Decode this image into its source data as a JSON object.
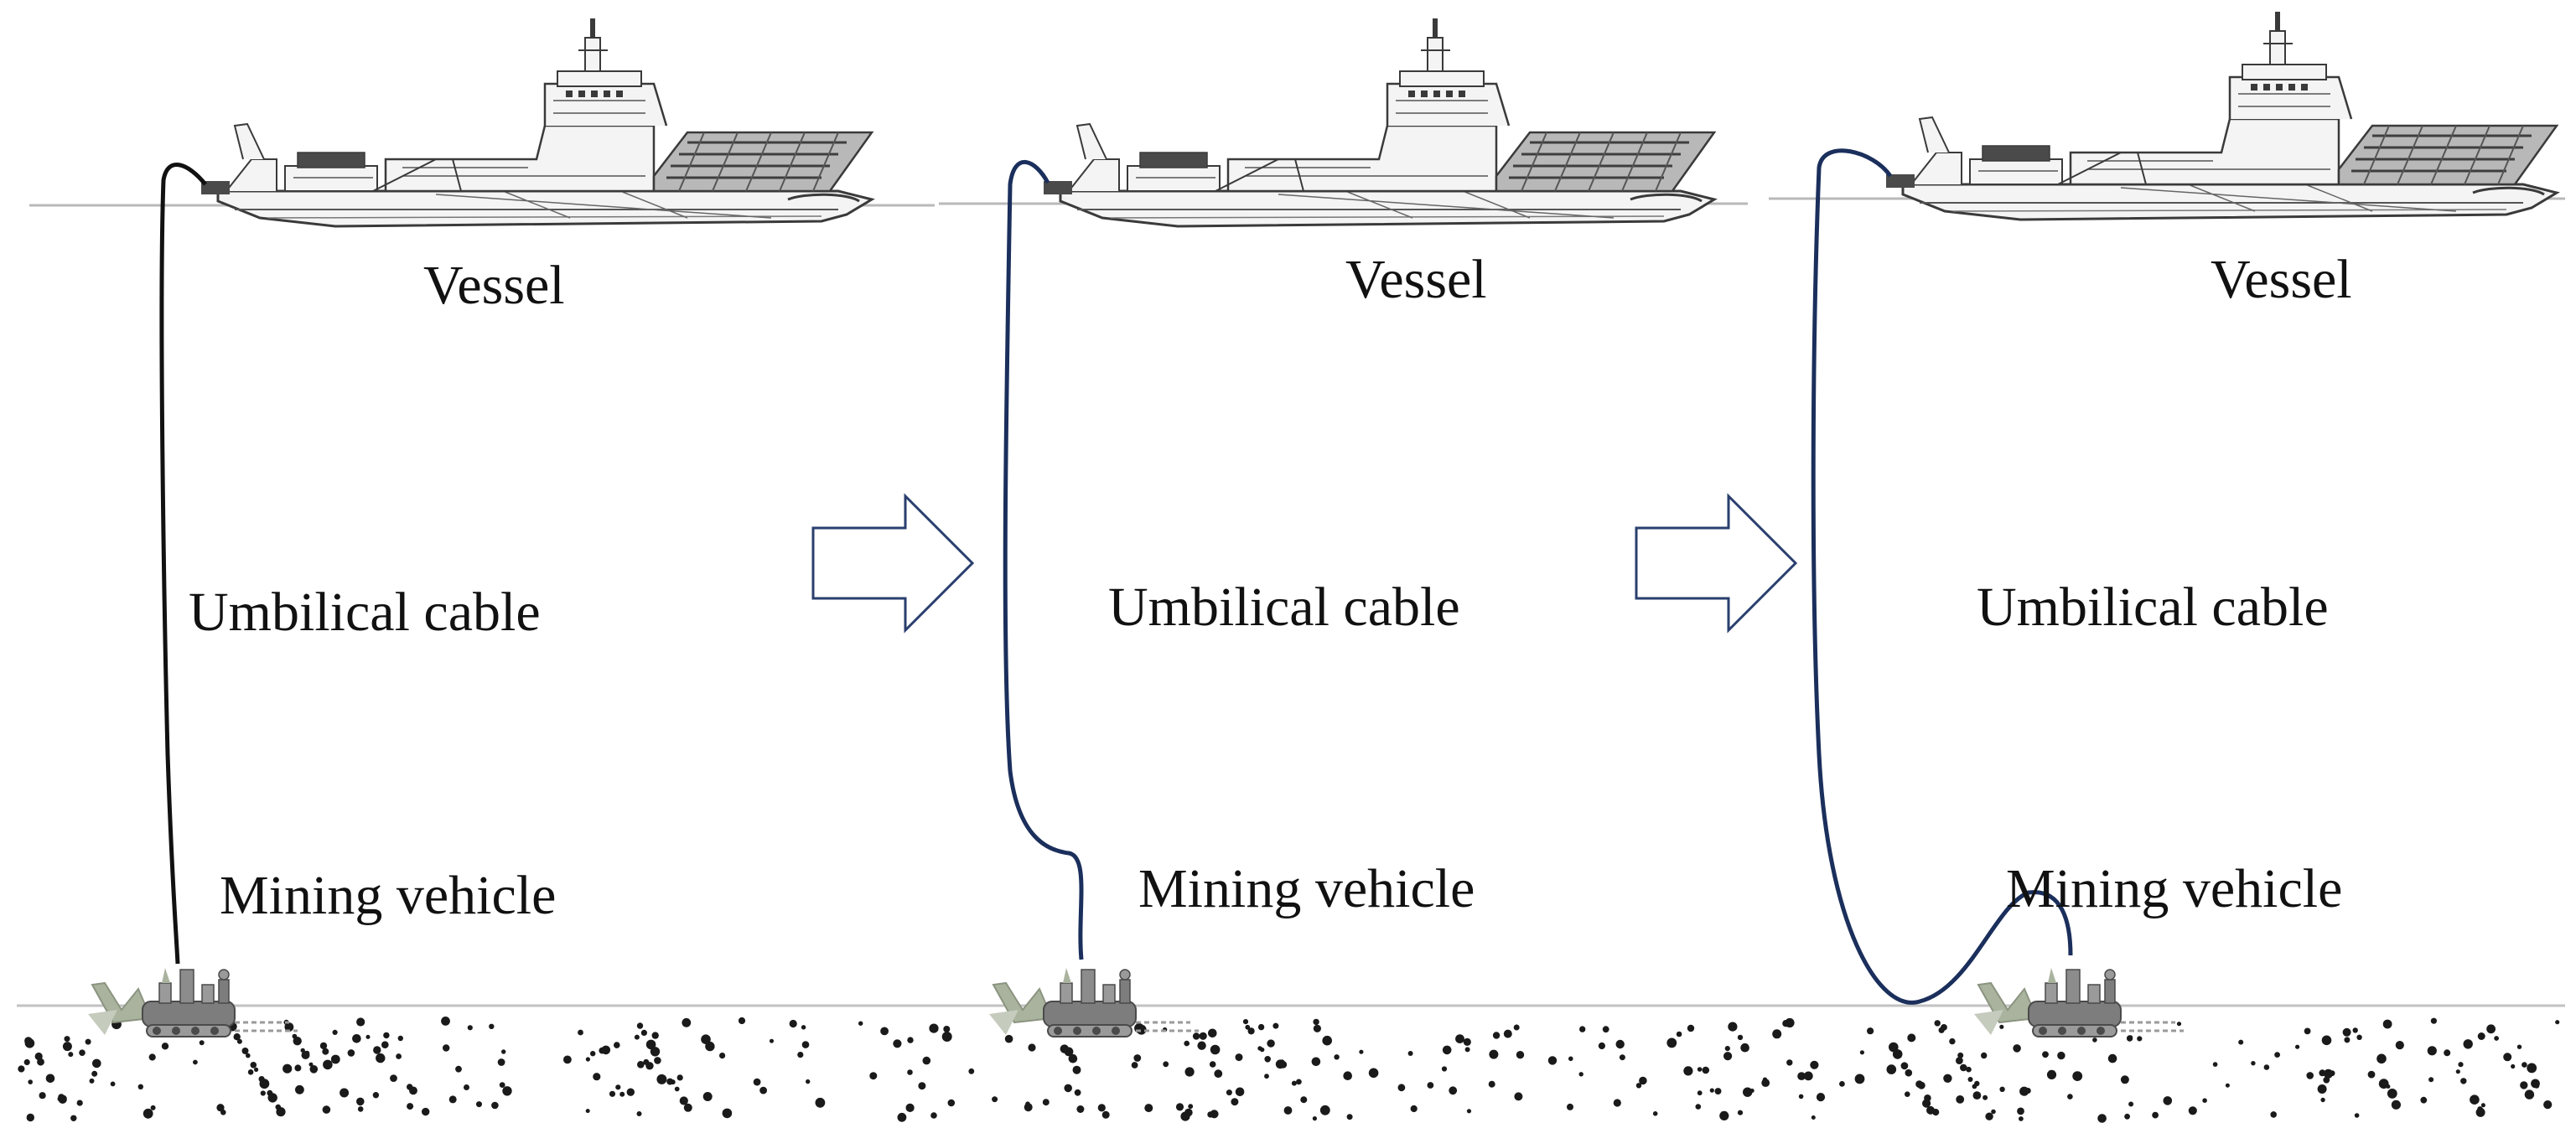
{
  "colors": {
    "background": "#ffffff",
    "waterline": "#b9b9b9",
    "seabed_line": "#c2c2c2",
    "nodule": "#1a1a1a",
    "ship_stroke": "#3a3a3a",
    "ship_fill": "#f4f4f4",
    "ship_dark": "#4a4a4a",
    "cable_black": "#111111",
    "cable_blue": "#1b2f5c",
    "arrow_stroke": "#2a3f6e",
    "vehicle_gray": "#7d7d7d",
    "vehicle_light": "#a9b39e"
  },
  "icons": {
    "vessel": "ship-icon",
    "vehicle": "mining-vehicle-icon",
    "transition": "hollow-right-arrow-icon"
  },
  "panels": [
    {
      "vessel_label": "Vessel",
      "cable_label": "Umbilical cable",
      "vehicle_label": "Mining vehicle",
      "cable_color": "black"
    },
    {
      "vessel_label": "Vessel",
      "cable_label": "Umbilical cable",
      "vehicle_label": "Mining vehicle",
      "cable_color": "blue"
    },
    {
      "vessel_label": "Vessel",
      "cable_label": "Umbilical cable",
      "vehicle_label": "Mining vehicle",
      "cable_color": "blue"
    }
  ]
}
